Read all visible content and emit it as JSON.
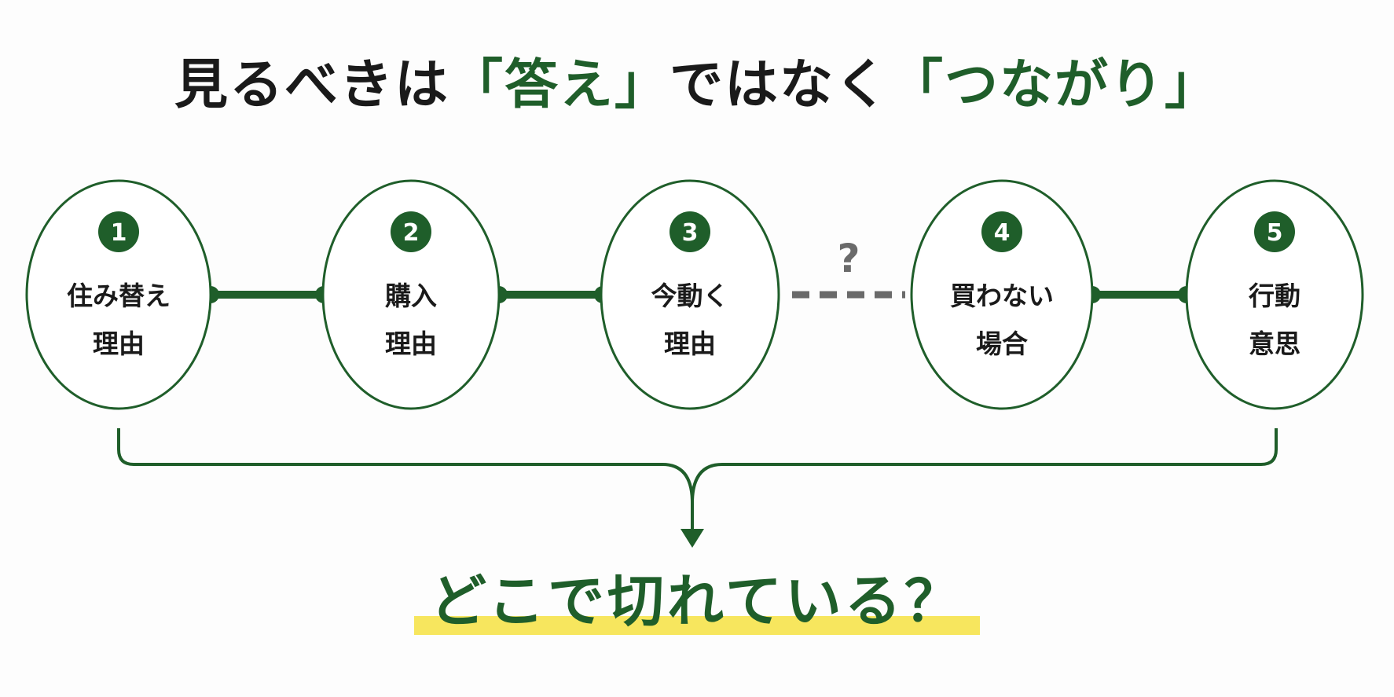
{
  "title": {
    "part1": "見るべきは",
    "part2": "「答え」",
    "part3": "ではなく",
    "part4": "「つながり」"
  },
  "nodes": [
    {
      "number": "1",
      "line1": "住み替え",
      "line2": "理由"
    },
    {
      "number": "2",
      "line1": "購入",
      "line2": "理由"
    },
    {
      "number": "3",
      "line1": "今動く",
      "line2": "理由"
    },
    {
      "number": "4",
      "line1": "買わない",
      "line2": "場合"
    },
    {
      "number": "5",
      "line1": "行動",
      "line2": "意思"
    }
  ],
  "gap_mark": "?",
  "conclusion": "どこで切れている？",
  "colors": {
    "accent": "#1f5e2a",
    "text": "#1a1a1a",
    "dash": "#6a6a6a",
    "highlight": "#f7e65e"
  }
}
